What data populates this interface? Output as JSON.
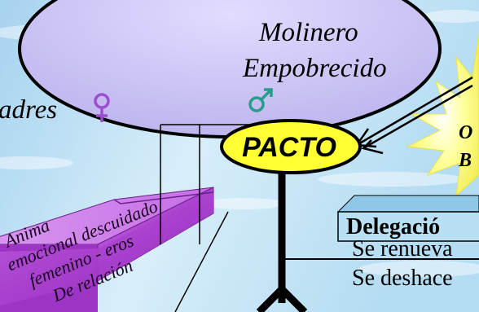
{
  "labels": {
    "molinero_line1": "Molinero",
    "molinero_line2": "Empobrecido",
    "padres": "adres",
    "pacto": "PACTO",
    "star_line1": "O",
    "star_line2": "B",
    "delegacion": "Delegació",
    "renueva": "Se renueva",
    "deshace": "Se deshace",
    "ribbon_1": "Anima",
    "ribbon_2": "emocional descuidado",
    "ribbon_3": "femenino - eros",
    "ribbon_4": "De relación"
  },
  "icons": {
    "left_symbol": "female-symbol-icon",
    "right_symbol": "male-symbol-icon"
  },
  "colors": {
    "oval_fill": "#c7c0f2",
    "pacto_fill": "#ffff33",
    "ribbon": "#b03ad8",
    "female_symbol": "#9b4ed0",
    "male_symbol": "#2a9d8a",
    "star": "#ffff7a",
    "delegacion_box": "#b9dff2"
  }
}
